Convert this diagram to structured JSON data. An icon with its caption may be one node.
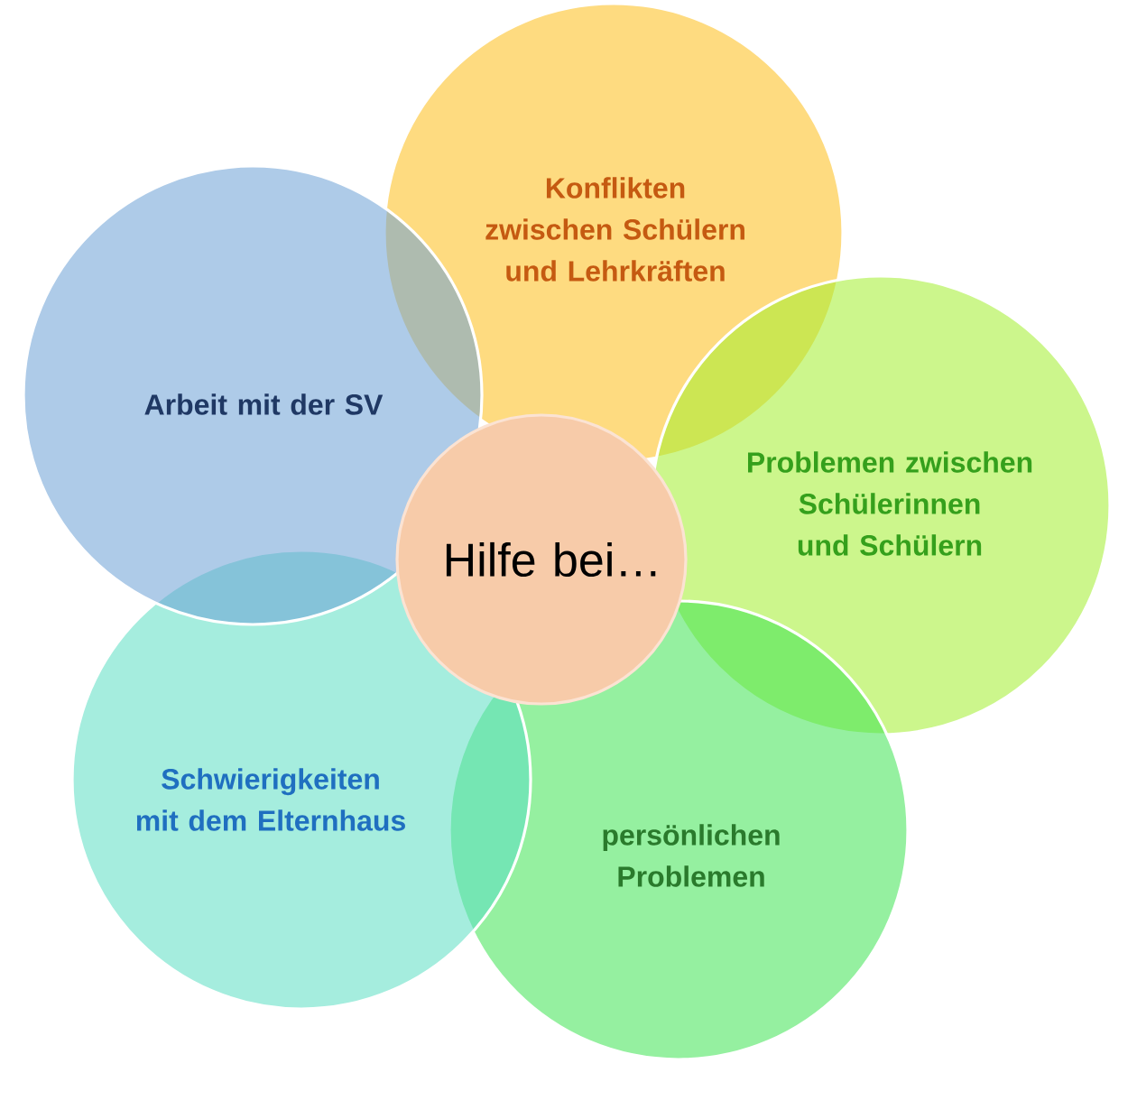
{
  "diagram": {
    "nodes": [
      {
        "text": [
          "Hilfe bei…"
        ]
      },
      {
        "text": [
          "Konflikten zwischen Schülern und Lehrkräften"
        ]
      },
      {
        "text": [
          "Problemen zwischen Schülerinnen und Schülern"
        ]
      },
      {
        "text": [
          "persönlichen Problemen"
        ]
      },
      {
        "text": [
          "Schwierigkeiten mit dem Elternhaus"
        ]
      },
      {
        "text": [
          "Arbeit mit der SV"
        ]
      }
    ]
  }
}
